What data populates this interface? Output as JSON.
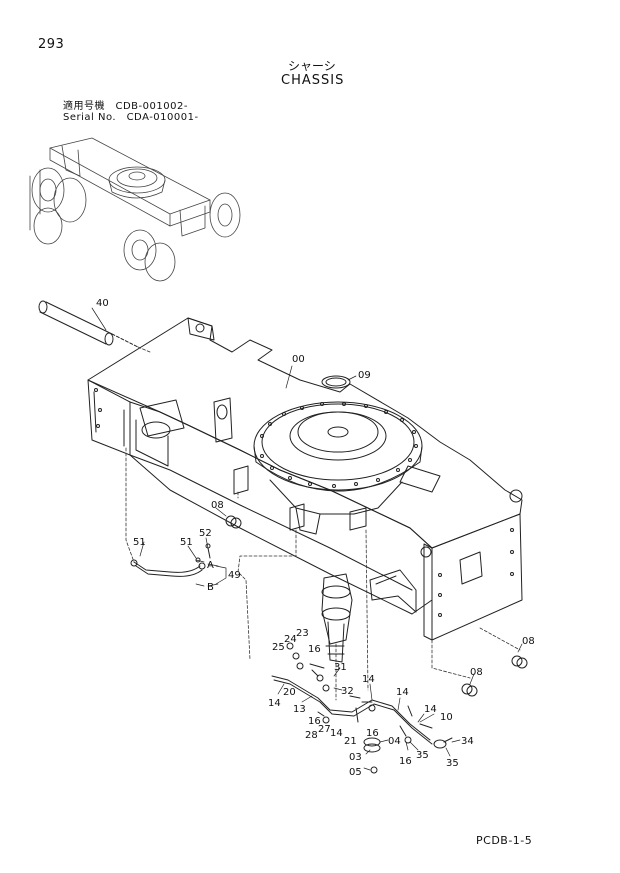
{
  "header": {
    "page_number": "293",
    "title_jp": "シャーシ",
    "title_en": "CHASSIS",
    "serial_line_1": "適用号機　CDB-001002-",
    "serial_line_2": "Serial No.　CDA-010001-"
  },
  "callouts": {
    "c40": "40",
    "c00": "00",
    "c09": "09",
    "c08a": "08",
    "c08b": "08",
    "c08c": "08",
    "c51a": "51",
    "c51b": "51",
    "c52": "52",
    "c49": "49",
    "cA": "A",
    "cB": "B",
    "c23": "23",
    "c24": "24",
    "c25": "25",
    "c16a": "16",
    "c31": "31",
    "c20": "20",
    "c32": "32",
    "c14a": "14",
    "c13": "13",
    "c14b": "14",
    "c14c": "14",
    "c14d": "14",
    "c14e": "14",
    "c10": "10",
    "c16b": "16",
    "c28": "28",
    "c27": "27",
    "c21": "21",
    "c16c": "16",
    "c04": "04",
    "c03": "03",
    "c05": "05",
    "c16d": "16",
    "c35a": "35",
    "c34": "34",
    "c35b": "35"
  },
  "footer": {
    "code": "PCDB-1-5"
  }
}
